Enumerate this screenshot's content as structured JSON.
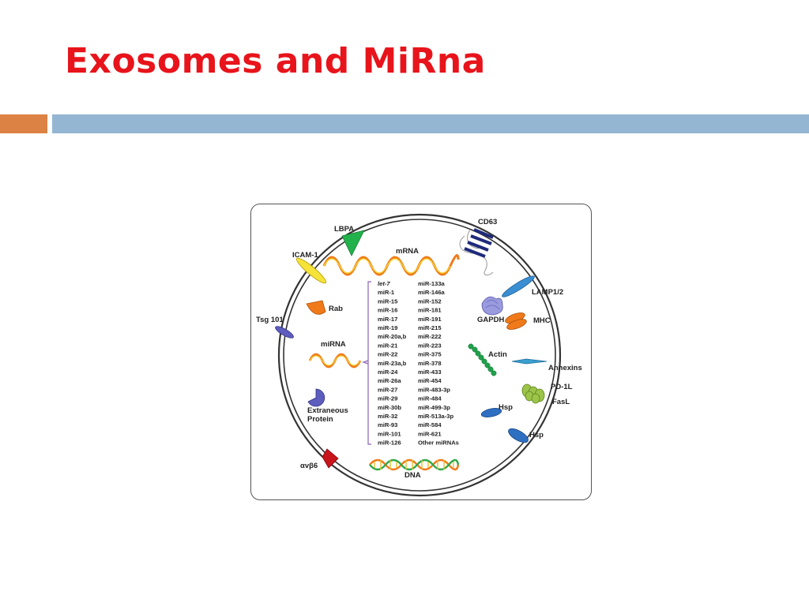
{
  "slide": {
    "title": "Exosomes and MiRna"
  },
  "diagram": {
    "labels": {
      "lbpa": "LBPA",
      "cd63": "CD63",
      "icam": "ICAM-1",
      "mrna": "mRNA",
      "lamp": "LAMP1/2",
      "rab": "Rab",
      "gapdh": "GAPDH",
      "mhc": "MHC",
      "tsg": "Tsg 101",
      "actin": "Actin",
      "annexins": "Annexins",
      "mirna": "miRNA",
      "pd1l": "PD-1L",
      "fasl": "FasL",
      "extraneous_1": "Extraneous",
      "extraneous_2": "Protein",
      "hsp_inner": "Hsp",
      "hsp_outer": "Hsp",
      "avb6": "αvβ6",
      "dna": "DNA"
    },
    "mirna_col1": [
      "let-7",
      "miR-1",
      "miR-15",
      "miR-16",
      "miR-17",
      "miR-19",
      "miR-20a,b",
      "miR-21",
      "miR-22",
      "miR-23a,b",
      "miR-24",
      "miR-26a",
      "miR-27",
      "miR-29",
      "miR-30b",
      "miR-32",
      "miR-93",
      "miR-101",
      "miR-126"
    ],
    "mirna_col2": [
      "miR-133a",
      "miR-146a",
      "miR-152",
      "miR-181",
      "miR-191",
      "miR-215",
      "miR-222",
      "miR-223",
      "miR-375",
      "miR-378",
      "miR-433",
      "miR-454",
      "miR-483-3p",
      "miR-484",
      "miR-499-3p",
      "miR-513a-3p",
      "miR-584",
      "miR-621",
      "Other miRNAs"
    ]
  }
}
